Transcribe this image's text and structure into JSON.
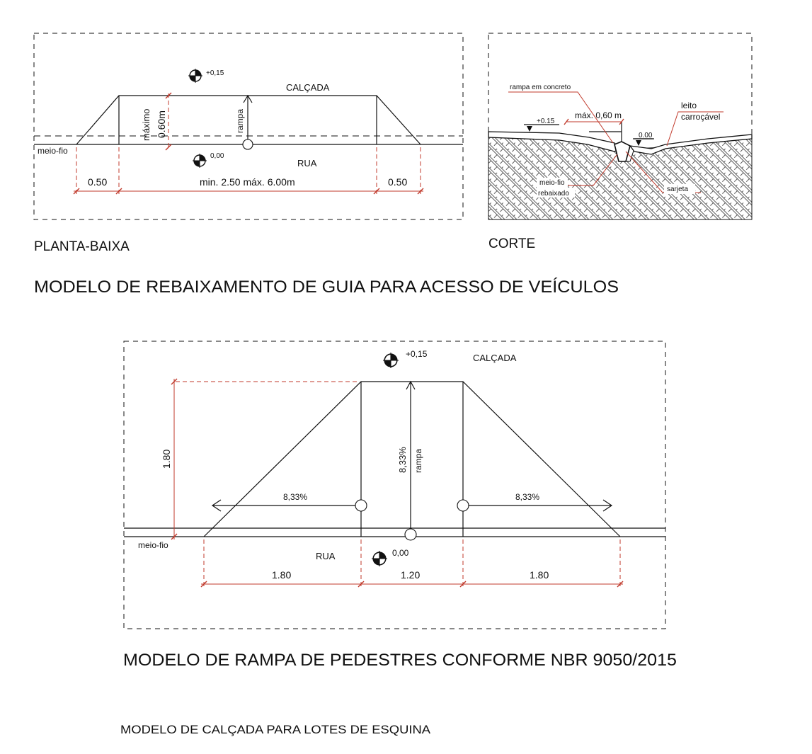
{
  "top_plan": {
    "level_top": "+0,15",
    "calcada": "CALÇADA",
    "maximo": "máximo",
    "max_height": "0.60m",
    "rampa": "rampa",
    "meio_fio": "meio-fio",
    "level_bottom": "0,00",
    "rua": "RUA",
    "dim_left": "0.50",
    "dim_center": "min. 2.50 máx. 6.00m",
    "dim_right": "0.50",
    "caption": "PLANTA-BAIXA"
  },
  "section": {
    "rampa_concreto": "rampa em concreto",
    "level_top": "+0.15",
    "max_width": "máx. 0,60 m",
    "leito": "leito",
    "carrocavel": "carroçável",
    "level_zero": "0.00",
    "meio_fio": "meio-fio",
    "rebaixado": "rebaixado",
    "sarjeta": "sarjeta",
    "caption": "CORTE"
  },
  "title1": "MODELO DE REBAIXAMENTO DE GUIA PARA ACESSO DE VEÍCULOS",
  "ramp_plan": {
    "level_top": "+0,15",
    "calcada": "CALÇADA",
    "dim_height": "1.80",
    "slope_left": "8,33%",
    "slope_center": "8,33%",
    "rampa": "rampa",
    "slope_right": "8,33%",
    "meio_fio": "meio-fio",
    "rua": "RUA",
    "level_zero": "0,00",
    "dim_left": "1.80",
    "dim_center": "1.20",
    "dim_right": "1.80"
  },
  "title2": "MODELO DE RAMPA DE PEDESTRES CONFORME NBR 9050/2015",
  "title3": "MODELO DE CALÇADA PARA LOTES DE ESQUINA",
  "colors": {
    "line": "#111111",
    "dimension": "#c0392b"
  }
}
